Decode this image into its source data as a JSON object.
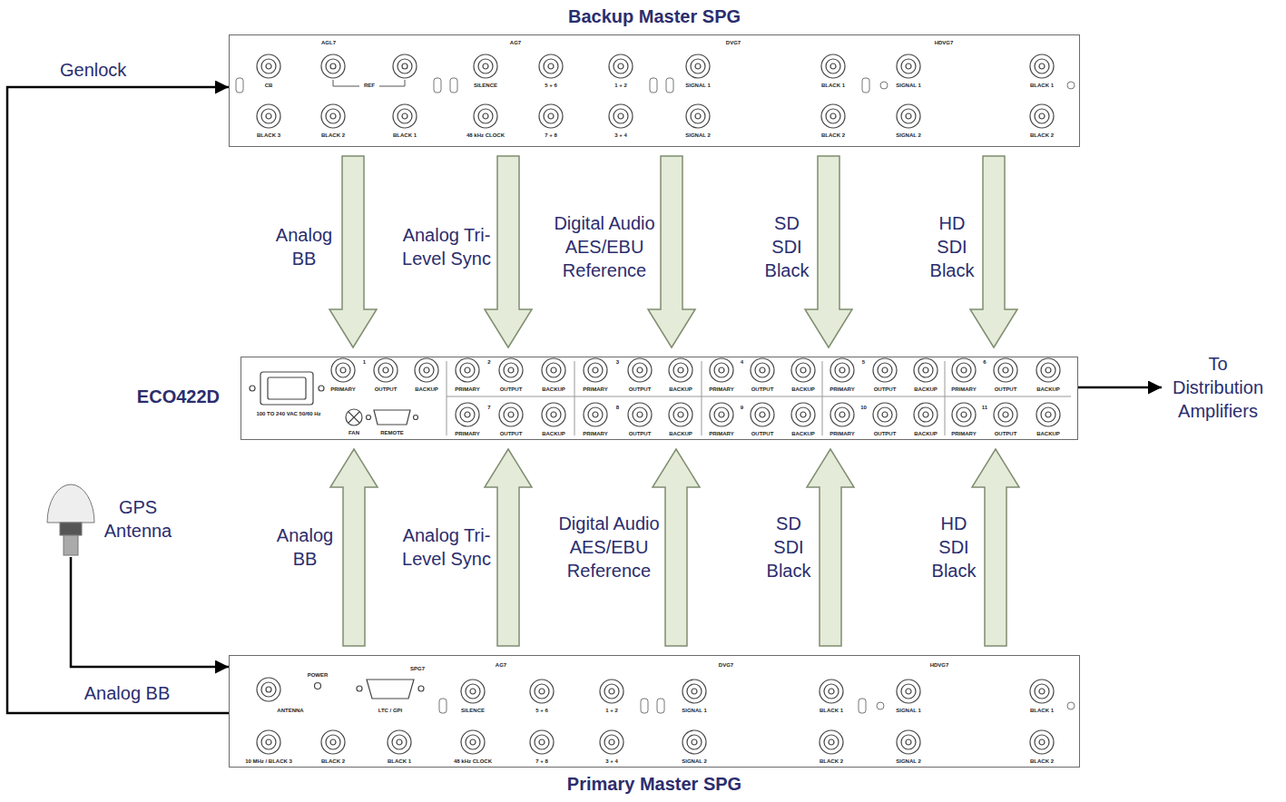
{
  "diagram": {
    "nodes": [
      {
        "text": [
          "Backup Master SPG"
        ]
      },
      {
        "text": [
          "ECO422D"
        ]
      },
      {
        "text": [
          "To Distribution Amplifiers"
        ]
      },
      {
        "text": [
          "GPS Antenna"
        ]
      },
      {
        "text": [
          "Primary Master SPG"
        ]
      }
    ],
    "edges": [
      {
        "from": 0,
        "to": 1,
        "arrow": "to",
        "label": "Analog BB"
      },
      {
        "from": 0,
        "to": 1,
        "arrow": "to",
        "label": "Analog Tri-Level Sync"
      },
      {
        "from": 0,
        "to": 1,
        "arrow": "to",
        "label": "Digital Audio AES/EBU Reference"
      },
      {
        "from": 0,
        "to": 1,
        "arrow": "to",
        "label": "SD SDI Black"
      },
      {
        "from": 0,
        "to": 1,
        "arrow": "to",
        "label": "HD SDI Black"
      },
      {
        "from": 4,
        "to": 1,
        "arrow": "to",
        "label": "Analog BB"
      },
      {
        "from": 4,
        "to": 1,
        "arrow": "to",
        "label": "Analog Tri-Level Sync"
      },
      {
        "from": 4,
        "to": 1,
        "arrow": "to",
        "label": "Digital Audio AES/EBU Reference"
      },
      {
        "from": 4,
        "to": 1,
        "arrow": "to",
        "label": "SD SDI Black"
      },
      {
        "from": 4,
        "to": 1,
        "arrow": "to",
        "label": "HD SDI Black"
      },
      {
        "from": 1,
        "to": 2,
        "arrow": "to"
      },
      {
        "from": 3,
        "to": 4,
        "arrow": "to"
      },
      {
        "from": 4,
        "to": 0,
        "arrow": "to",
        "label": "Genlock"
      }
    ],
    "labels": [
      "AGL7",
      "CB",
      "REF",
      "BLACK 3",
      "BLACK 2",
      "BLACK 1",
      "AG7",
      "SILENCE",
      "48 kHz CLOCK",
      "5 + 6",
      "7 + 8",
      "1 + 2",
      "3 + 4",
      "DVG7",
      "SIGNAL 1",
      "SIGNAL 2",
      "BLACK 1",
      "BLACK 2",
      "HDVG7",
      "SIGNAL 1",
      "SIGNAL 2",
      "BLACK 1",
      "BLACK 2",
      "100 TO 240 VAC 50/60 Hz",
      "FAN",
      "REMOTE",
      "1",
      "PRIMARY",
      "OUTPUT",
      "BACKUP",
      "2",
      "PRIMARY",
      "OUTPUT",
      "BACKUP",
      "3",
      "PRIMARY",
      "OUTPUT",
      "BACKUP",
      "4",
      "PRIMARY",
      "OUTPUT",
      "BACKUP",
      "5",
      "PRIMARY",
      "OUTPUT",
      "BACKUP",
      "6",
      "PRIMARY",
      "OUTPUT",
      "BACKUP",
      "7",
      "PRIMARY",
      "OUTPUT",
      "BACKUP",
      "8",
      "PRIMARY",
      "OUTPUT",
      "BACKUP",
      "9",
      "PRIMARY",
      "OUTPUT",
      "BACKUP",
      "10",
      "PRIMARY",
      "OUTPUT",
      "BACKUP",
      "11",
      "PRIMARY",
      "OUTPUT",
      "BACKUP",
      "ANTENNA",
      "POWER",
      "SPG7",
      "LTC / GPI",
      "10 MHz / BLACK 3",
      "BLACK 2",
      "BLACK 1",
      "AG7",
      "SILENCE",
      "48 kHz CLOCK",
      "5 + 6",
      "7 + 8",
      "1 + 2",
      "3 + 4",
      "DVG7",
      "SIGNAL 1",
      "SIGNAL 2",
      "BLACK 1",
      "BLACK 2",
      "HDVG7",
      "SIGNAL 1",
      "SIGNAL 2",
      "BLACK 1",
      "BLACK 2",
      "Analog BB"
    ]
  }
}
